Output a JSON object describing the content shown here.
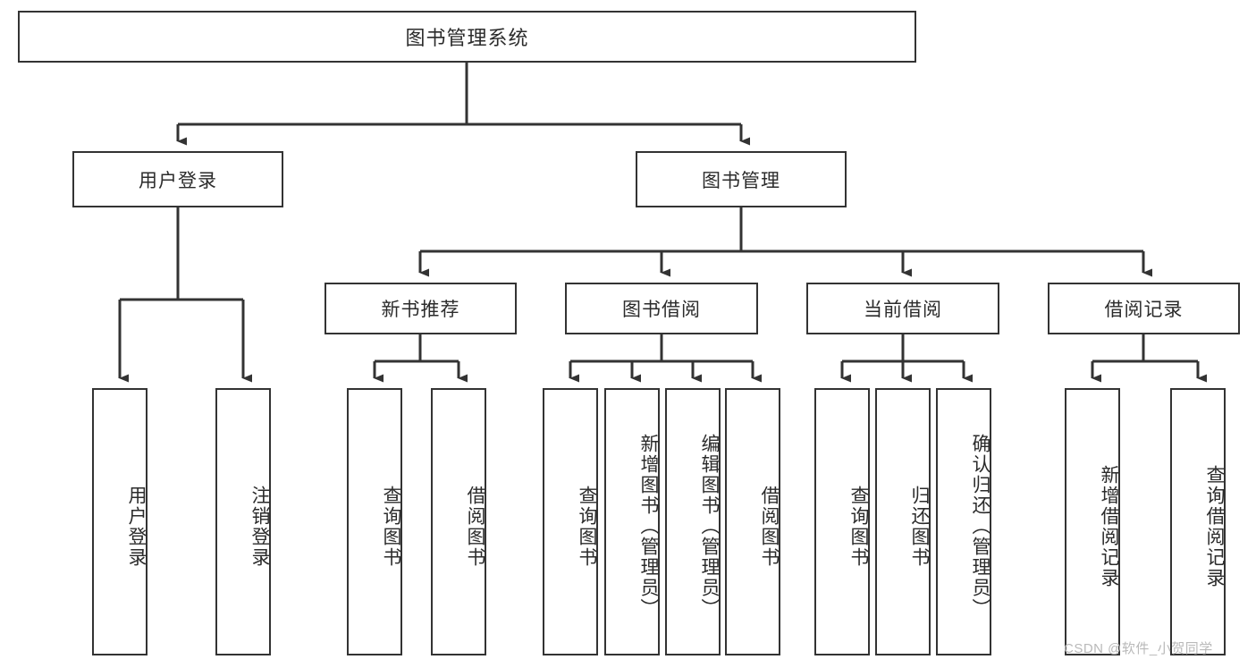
{
  "diagram": {
    "type": "tree-hierarchy",
    "title": "图书管理系统",
    "watermark": "CSDN @软件_小贺同学",
    "colors": {
      "stroke": "#333333",
      "fill": "#ffffff",
      "text": "#2b2b2b",
      "watermark": "#b9b9b9"
    },
    "nodes": {
      "root": "图书管理系统",
      "level2": [
        "用户登录",
        "图书管理"
      ],
      "level3": [
        "新书推荐",
        "图书借阅",
        "当前借阅",
        "借阅记录"
      ],
      "leaves_user_login": [
        "用户登录",
        "注销登录"
      ],
      "leaves_new_books": [
        "查询图书",
        "借阅图书"
      ],
      "leaves_borrow": [
        "查询图书",
        "新增图书（管理员）",
        "编辑图书（管理员）",
        "借阅图书"
      ],
      "leaves_current": [
        "查询图书",
        "归还图书",
        "确认归还（管理员）"
      ],
      "leaves_records": [
        "新增借阅记录",
        "查询借阅记录"
      ]
    }
  }
}
